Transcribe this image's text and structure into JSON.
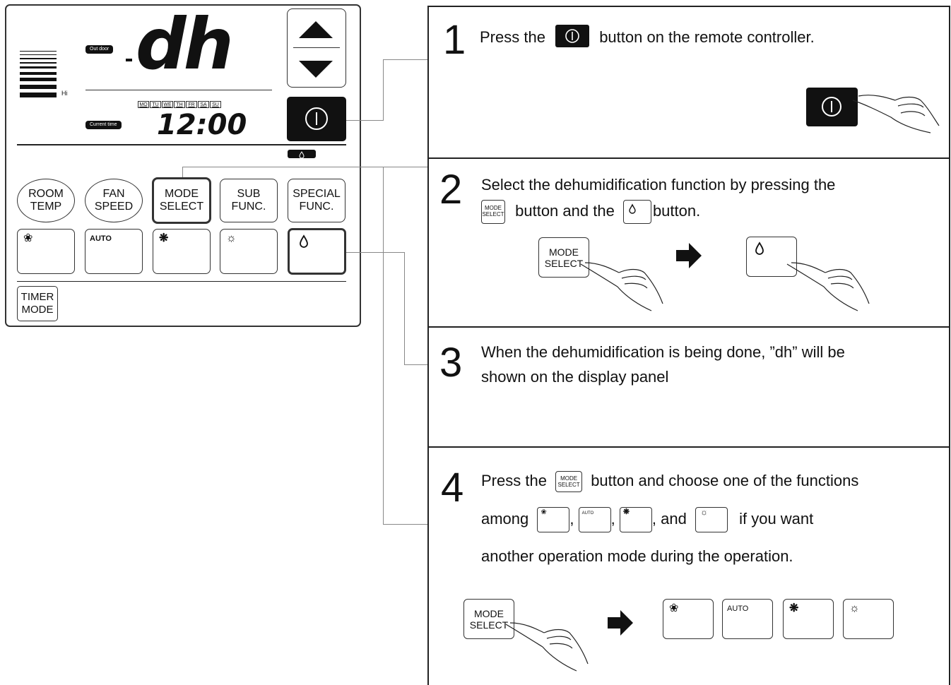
{
  "remote": {
    "outdoor_label": "Out door",
    "current_time_label": "Current time",
    "display_main": "dh",
    "display_time": "12:00",
    "fan_level_label": "Hi",
    "days": [
      "MO",
      "TU",
      "WE",
      "TH",
      "FR",
      "SA",
      "SU"
    ],
    "up_icon": "triangle-up-icon",
    "down_icon": "triangle-down-icon",
    "power_icon": "power-icon",
    "drop_indicator_icon": "drop-icon",
    "buttons": {
      "room_temp": "ROOM\nTEMP",
      "fan_speed": "FAN\nSPEED",
      "mode_select": "MODE\nSELECT",
      "sub_func": "SUB\nFUNC.",
      "special_func": "SPECIAL\nFUNC.",
      "timer_mode": "TIMER\nMODE"
    },
    "modes": {
      "fan_icon": "fan-icon",
      "auto_label": "AUTO",
      "cool_icon": "snowflake-icon",
      "heat_icon": "sun-icon",
      "dry_icon": "drop-icon"
    }
  },
  "steps": [
    {
      "number": "1",
      "text_a": "Press the",
      "text_b": "button on the remote controller."
    },
    {
      "number": "2",
      "line1": "Select the dehumidification function by pressing the",
      "line2_a": "button and the",
      "line2_b": "button.",
      "mode_label": "MODE\nSELECT"
    },
    {
      "number": "3",
      "line1": "When the dehumidification is being done, ”dh” will be",
      "line2": "shown on the display panel"
    },
    {
      "number": "4",
      "line1_a": "Press the",
      "line1_b": "button and choose one of the functions",
      "line2_a": "among",
      "sep1": ",",
      "sep2": ",",
      "sep3": ", and",
      "line2_b": "if you want",
      "line3": "another operation mode during the operation.",
      "mode_label": "MODE\nSELECT",
      "auto_label": "AUTO",
      "inline_mode": "MODE\nSELECT",
      "inline_auto": "AUTO"
    }
  ]
}
